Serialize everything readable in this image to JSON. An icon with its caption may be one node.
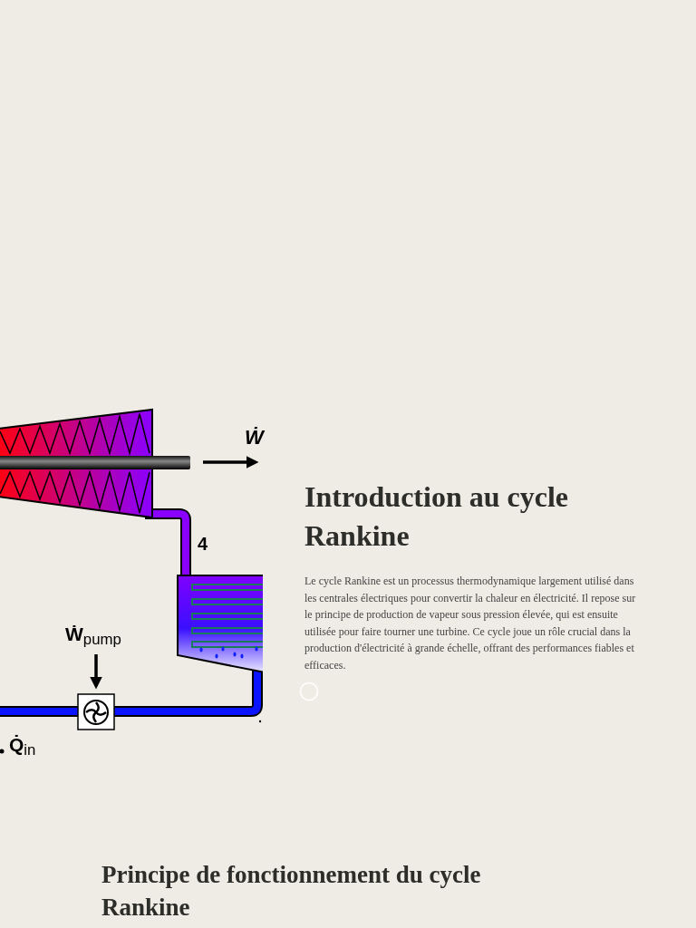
{
  "diagram": {
    "title": "Introduction au cycle Rankine",
    "labels": [
      "Le cycle Rankine est un processus thermodynamique largement utilisé dans les centrales électriques pour convertir la chaleur en électricité. Il repose sur le principe de production de vapeur sous pression élevée, qui est ensuite utilisée pour faire tourner une turbine. Ce cycle joue un rôle crucial dans la production d'électricité à grande échelle, offrant des performances fiables et efficaces.",
      "Principe de fonctionnement du cycle Rankine",
      "Ẇ",
      "4",
      "**Ẇ**$_{pump}$",
      "**Q̇**$_{in}$"
    ]
  }
}
